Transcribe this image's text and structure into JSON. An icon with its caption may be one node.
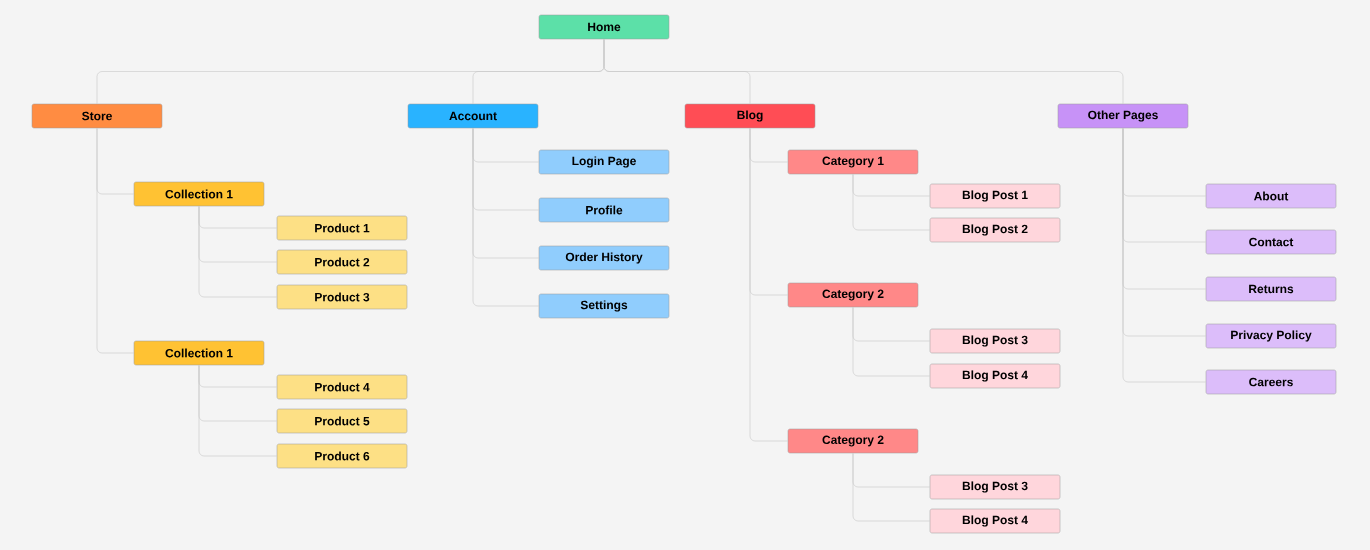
{
  "diagram": {
    "nodes": [
      {
        "text": [
          "Home"
        ]
      },
      {
        "text": [
          "Store"
        ]
      },
      {
        "text": [
          "Account"
        ]
      },
      {
        "text": [
          "Blog"
        ]
      },
      {
        "text": [
          "Other Pages"
        ]
      },
      {
        "text": [
          "Collection 1"
        ]
      },
      {
        "text": [
          "Product 1"
        ]
      },
      {
        "text": [
          "Product 2"
        ]
      },
      {
        "text": [
          "Product 3"
        ]
      },
      {
        "text": [
          "Collection 1"
        ]
      },
      {
        "text": [
          "Product 4"
        ]
      },
      {
        "text": [
          "Product 5"
        ]
      },
      {
        "text": [
          "Product 6"
        ]
      },
      {
        "text": [
          "Login Page"
        ]
      },
      {
        "text": [
          "Profile"
        ]
      },
      {
        "text": [
          "Order History"
        ]
      },
      {
        "text": [
          "Settings"
        ]
      },
      {
        "text": [
          "Category 1"
        ]
      },
      {
        "text": [
          "Blog Post 1"
        ]
      },
      {
        "text": [
          "Blog Post 2"
        ]
      },
      {
        "text": [
          "Category 2"
        ]
      },
      {
        "text": [
          "Blog Post 3"
        ]
      },
      {
        "text": [
          "Blog Post 4"
        ]
      },
      {
        "text": [
          "Category 2"
        ]
      },
      {
        "text": [
          "Blog Post 3"
        ]
      },
      {
        "text": [
          "Blog Post 4"
        ]
      },
      {
        "text": [
          "About"
        ]
      },
      {
        "text": [
          "Contact"
        ]
      },
      {
        "text": [
          "Returns"
        ]
      },
      {
        "text": [
          "Privacy Policy"
        ]
      },
      {
        "text": [
          "Careers"
        ]
      }
    ],
    "edges": [
      {
        "from": 0,
        "to": 1,
        "arrow": "none"
      },
      {
        "from": 0,
        "to": 2,
        "arrow": "none"
      },
      {
        "from": 0,
        "to": 3,
        "arrow": "none"
      },
      {
        "from": 0,
        "to": 4,
        "arrow": "none"
      },
      {
        "from": 1,
        "to": 5,
        "arrow": "none"
      },
      {
        "from": 5,
        "to": 6,
        "arrow": "none"
      },
      {
        "from": 5,
        "to": 7,
        "arrow": "none"
      },
      {
        "from": 5,
        "to": 8,
        "arrow": "none"
      },
      {
        "from": 1,
        "to": 9,
        "arrow": "none"
      },
      {
        "from": 9,
        "to": 10,
        "arrow": "none"
      },
      {
        "from": 9,
        "to": 11,
        "arrow": "none"
      },
      {
        "from": 9,
        "to": 12,
        "arrow": "none"
      },
      {
        "from": 2,
        "to": 13,
        "arrow": "none"
      },
      {
        "from": 2,
        "to": 14,
        "arrow": "none"
      },
      {
        "from": 2,
        "to": 15,
        "arrow": "none"
      },
      {
        "from": 2,
        "to": 16,
        "arrow": "none"
      },
      {
        "from": 3,
        "to": 17,
        "arrow": "none"
      },
      {
        "from": 17,
        "to": 18,
        "arrow": "none"
      },
      {
        "from": 17,
        "to": 19,
        "arrow": "none"
      },
      {
        "from": 3,
        "to": 20,
        "arrow": "none"
      },
      {
        "from": 20,
        "to": 21,
        "arrow": "none"
      },
      {
        "from": 20,
        "to": 22,
        "arrow": "none"
      },
      {
        "from": 3,
        "to": 23,
        "arrow": "none"
      },
      {
        "from": 23,
        "to": 24,
        "arrow": "none"
      },
      {
        "from": 23,
        "to": 25,
        "arrow": "none"
      },
      {
        "from": 4,
        "to": 26,
        "arrow": "none"
      },
      {
        "from": 4,
        "to": 27,
        "arrow": "none"
      },
      {
        "from": 4,
        "to": 28,
        "arrow": "none"
      },
      {
        "from": 4,
        "to": 29,
        "arrow": "none"
      },
      {
        "from": 4,
        "to": 30,
        "arrow": "none"
      }
    ]
  }
}
